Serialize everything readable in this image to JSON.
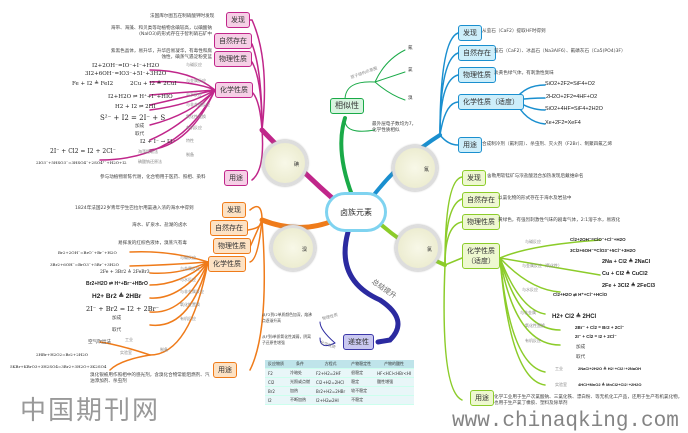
{
  "center": "卤族元素",
  "similarity": {
    "label": "相似性",
    "structure_label": "原子结构示意图",
    "elements": [
      "氟",
      "氯",
      "溴",
      "碘"
    ],
    "note": "最外层电子数均为7，化学性质相似"
  },
  "gradual": {
    "label": "递变性",
    "branch": "总结提升",
    "phys_label": "物理性质",
    "chem_label": "化学性质",
    "phys_note": "从F2到I2单质颜色加深，熔沸点逐渐升高",
    "chem_note": "从F到I单质氧化性减弱，阴离子还原性增强",
    "table": {
      "headers": [
        "反应物质",
        "条件",
        "方程式",
        "产物稳定性",
        "产物的酸性"
      ],
      "rows": [
        [
          "F2",
          "冷暗处",
          "F2+H2=2HF",
          "很稳定",
          "HF<HCl<HBr<HI"
        ],
        [
          "Cl2",
          "光照或点燃",
          "Cl2+H2=2HCl",
          "稳定",
          "酸性增强"
        ],
        [
          "Br2",
          "加热",
          "Br2+H2=2HBr",
          "较不稳定",
          ""
        ],
        [
          "I2",
          "不断加热",
          "I2+H2⇌2HI",
          "不稳定",
          ""
        ]
      ]
    }
  },
  "iodine": {
    "image_label": "碘",
    "discovery": {
      "label": "发现",
      "text": "法国库尔图瓦在制硝酸钾时发现"
    },
    "existence": {
      "label": "自然存在",
      "text": "海带、海藻、和贝类等动植物含碘较高，以碘酸钠(NaIO3)的形式存在于智利硝石矿中"
    },
    "physical": {
      "label": "物理性质",
      "text": "紫黑色晶体，易升华，升华后易凝华，有毒性和腐蚀性，碘蒸气遇淀粉变蓝"
    },
    "chemical": {
      "label": "化学性质",
      "branches": [
        "与碱反应",
        "与金属反应",
        "与水反应",
        "与非金属反应",
        "氧化性置换",
        "有机反应",
        "特性",
        "制备"
      ],
      "eq": [
        "I2+2OH⁻=IO⁻+I⁻+H2O",
        "3I2+6OH⁻=IO3⁻+5I⁻+3H2O",
        "Fe + I2 ≜ FeI2",
        "2Cu + I2 ≜ 2CuI",
        "I2+H2O ⇌ H⁺+I⁻+HIO",
        "H2 + I2 ⇌ 2HI",
        "S²⁻ + I2 = 2I⁻ + S",
        "加成",
        "取代",
        "I2 + I⁻ → I3⁻",
        "2I⁻ + Cl2 = I2 + 2Cl⁻",
        "2IO3⁻+5HSO3⁻=3HSO4⁻+2SO4²⁻+H2O+I2"
      ],
      "prep": [
        "海藻提取法",
        "碘酸钠还原法"
      ]
    },
    "use": {
      "label": "用途",
      "text": "参与动植物新陈代谢，化合物用于医药、照相、染料"
    }
  },
  "fluorine": {
    "image_label": "氟",
    "discovery": {
      "label": "发现",
      "text": "从萤石（CaF2）提取HF时得到"
    },
    "existence": {
      "label": "自然存在",
      "text": "萤石（CaF2）、冰晶石（Na3AlF6）、氟磷灰石（Ca5(PO4)3F）"
    },
    "physical": {
      "label": "物理性质",
      "text": "淡黄色绿气体，有刺激性臭味"
    },
    "chemical": {
      "label": "化学性质（适度）",
      "eq": [
        "SiO2+2F2=SiF4+O2",
        "2H2O+2F2=4HF+O2",
        "SiO2+4HF=SiF4+2H2O",
        "Xe+2F2=XeF4"
      ]
    },
    "use": {
      "label": "用途",
      "text": "合成制冷剂（氟利昂）、杀虫剂、灭火剂（F2Br）、制聚四氟乙烯"
    }
  },
  "chlorine": {
    "image_label": "氯",
    "discovery": {
      "label": "发现",
      "text": "舍勒用软锰矿与浓盐酸混合加热发现后戴维命名"
    },
    "existence": {
      "label": "自然存在",
      "text": "以氯化物的形式存在于海水及岩盐中"
    },
    "physical": {
      "label": "物理性质",
      "text": "黄绿色，有强烈刺激性气味的剧毒气体，2:1溶于水，易液化"
    },
    "chemical": {
      "label": "化学性质（适度）",
      "branches": [
        "与碱反应",
        "与金属反应（氧化性）",
        "与水反应",
        "与非金属",
        "氧化性置换",
        "有机反应",
        "工业",
        "实验室"
      ],
      "eq": [
        "Cl2+2OH⁻=ClO⁻+Cl⁻+H2O",
        "3Cl2+6OH⁻=ClO3⁻+5Cl⁻+3H2O",
        "2Na + Cl2 ≜ 2NaCl",
        "Cu + Cl2 ≜ CuCl2",
        "2Fe + 3Cl2 ≜ 2FeCl3",
        "Cl2+H2O ⇌ H⁺+Cl⁻+HClO",
        "H2+ Cl2 ≜ 2HCl",
        "2Br⁻ + Cl2 = Br2 + 2Cl⁻",
        "2I⁻ + Cl2 = I2 + 2Cl⁻",
        "加成",
        "取代",
        "2NaCl+2H2O ≜ H2↑+Cl2↑+2NaOH",
        "4HCl+MnO2 ≜ MnCl2+Cl2↑+2H2O"
      ]
    },
    "use": {
      "label": "用途",
      "text": "化学工业用于生产次氯酸钠、三氯化铁、漂白粉、等无机化工产品，还用于生产有机氯化物，也用于生产氯丁橡胶、塑料及除草剂"
    }
  },
  "bromine": {
    "image_label": "溴",
    "discovery": {
      "label": "发现",
      "text": "1824年法国22岁青年学生巴拉尔用氯通入浓的海水中得到"
    },
    "existence": {
      "label": "自然存在",
      "text": "海水、矿泉水、盐湖的卤水"
    },
    "physical": {
      "label": "物理性质",
      "text": "易挥发的红棕色液体，溴蒸汽有毒"
    },
    "chemical": {
      "label": "化学性质",
      "branches": [
        "与碱反应",
        "与金属反应",
        "与水反应",
        "与非金属反应",
        "氧化性置换",
        "有机反应",
        "制备",
        "工业",
        "实验室"
      ],
      "eq": [
        "Br2+2OH⁻=BrO⁻+Br⁻+H2O",
        "3Br2+6OH⁻=BrO3⁻+5Br⁻+3H2O",
        "2Fe + 3Br2 ≜ 2FeBr3",
        "Br2+H2O ⇌ H⁺+Br⁻+HBrO",
        "H2+ Br2 ≜ 2HBr",
        "2I⁻ + Br2 = I2 + 2Br⁻",
        "加成",
        "取代",
        "空气吹出法",
        "2HBr+H2O2=Br2+2H2O",
        "5KBr+KBrO3+3H2SO4=3Br2+3H2O+3K2SO4"
      ]
    },
    "use": {
      "label": "用途",
      "text": "溴化银被用作照相中的感光剂，含溴化合物常能阻燃剂、汽油添加剂、杀虫剂"
    }
  },
  "watermark": {
    "cn": "中国期刊网",
    "url": "www.chinaqking.com"
  },
  "colors": {
    "iodine": "#c0268a",
    "fluorine": "#1a8fcf",
    "chlorine": "#8ccc2a",
    "bromine": "#ef7b1a",
    "similarity": "#1aaa48",
    "gradual": "#2b2aa0"
  }
}
